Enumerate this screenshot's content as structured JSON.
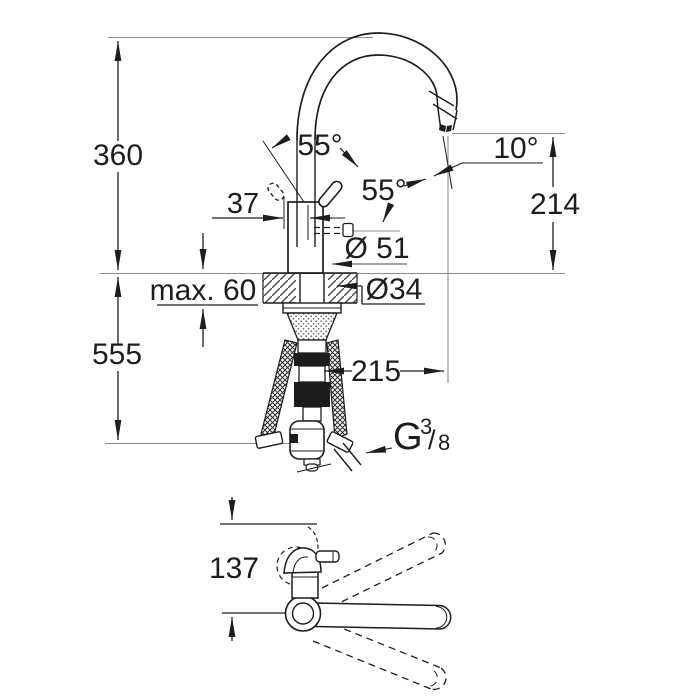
{
  "drawing": {
    "type": "technical-dimensional-drawing",
    "subject": "kitchen faucet side view, installation section and swivel top view",
    "colors": {
      "line": "#1d1d1d",
      "reference_line": "#8b8b8b",
      "background": "#ffffff"
    },
    "labels": {
      "height_above_counter": "360",
      "height_below_counter": "555",
      "spout_top_offset": "37",
      "handle_swing_back": "55°",
      "handle_swing_front": "55°",
      "outlet_angle": "10°",
      "outlet_height": "214",
      "body_diameter": "Ø 51",
      "mounting_hole_diameter": "Ø34",
      "max_counter_thickness": "max. 60",
      "spout_projection": "215",
      "swivel_depth": "137",
      "thread": {
        "prefix": "G",
        "numerator": "3",
        "slash": "/",
        "denominator": "8"
      }
    }
  }
}
